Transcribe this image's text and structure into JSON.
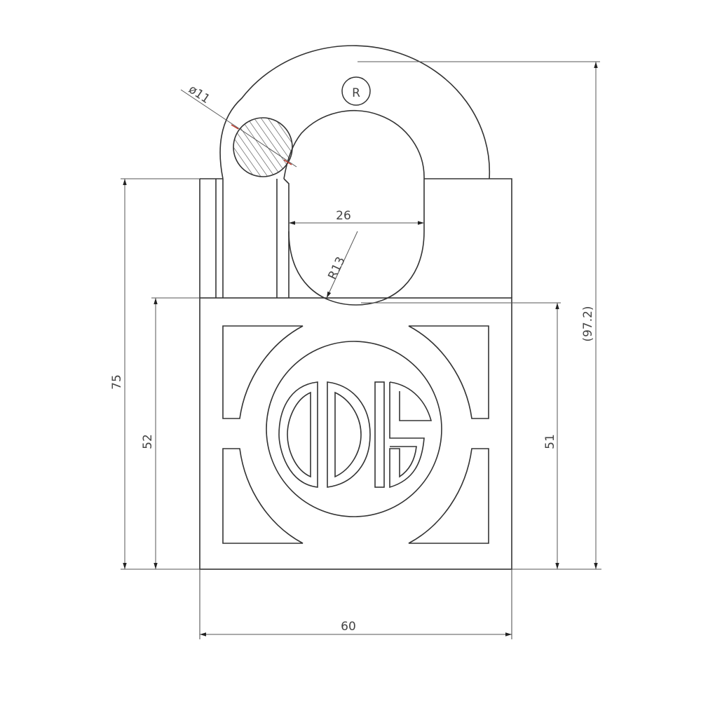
{
  "drawing": {
    "subject": "ODIS padlock technical drawing",
    "registered_mark": "R",
    "logo_text": "ODIS",
    "line_color": "#333333",
    "dimension_color": "#555555",
    "leader_accent_color": "#c0392b"
  },
  "dimensions": {
    "shackle_diameter": "ø11",
    "shackle_inner_width": "26",
    "shackle_inner_radius": "R13",
    "total_height": "(97.2)",
    "body_plus_housing_height": "75",
    "body_height_left": "52",
    "body_height_right": "51",
    "body_width": "60"
  }
}
